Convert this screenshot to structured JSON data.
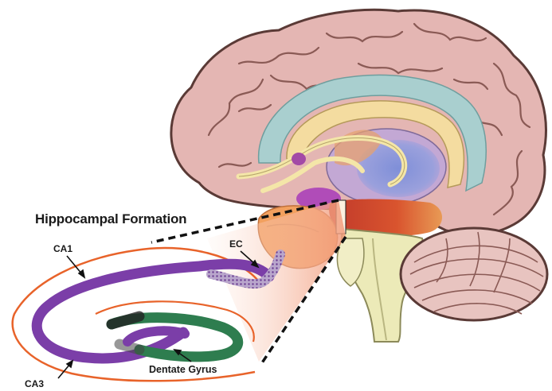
{
  "diagram": {
    "title": "Hippocampal Formation",
    "labels": {
      "ca1": "CA1",
      "ec": "EC",
      "ca3": "CA3",
      "dentate_gyrus": "Dentate Gyrus"
    }
  },
  "colors": {
    "cortex": "#e4b6b3",
    "cortex_outline": "#5a3a36",
    "ventricle": "#a9cfcf",
    "corpus_callosum": "#f4dca0",
    "thalamus": "#b7a9d8",
    "midbrain": "#d23a28",
    "brainstem": "#eceab8",
    "cerebellum": "#e8c4c0",
    "hippocampus_orange": "#f2a05e",
    "ca_fields": "#7b3ea8",
    "dentate_gyrus": "#2e7d4f",
    "outline_red": "#e8632a"
  }
}
